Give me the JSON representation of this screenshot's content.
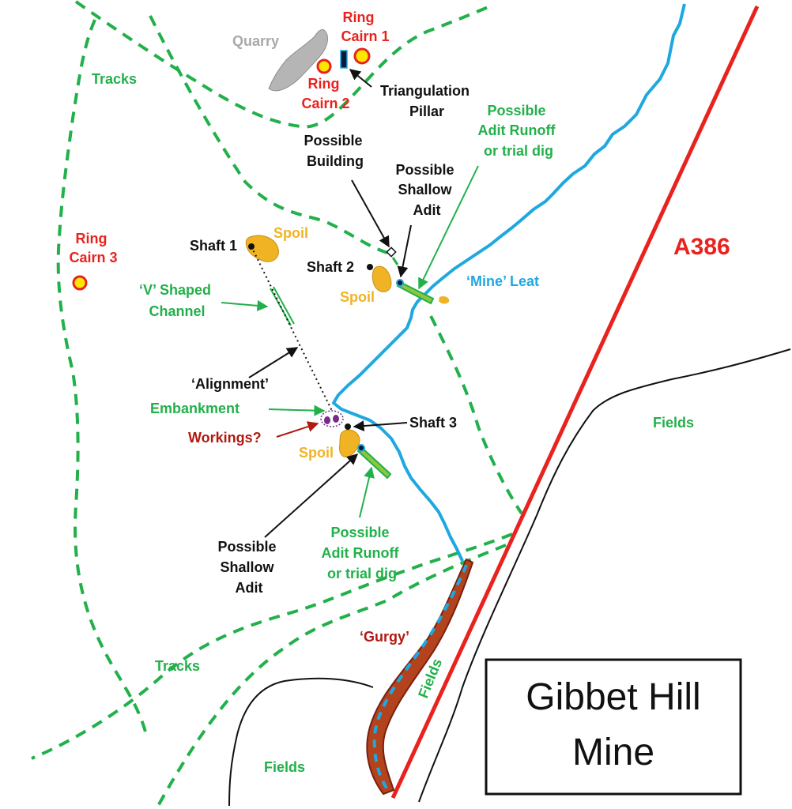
{
  "title": {
    "line1": "Gibbet Hill",
    "line2": "Mine"
  },
  "road": {
    "name": "A386",
    "color": "#e8231f"
  },
  "colors": {
    "tracks": "#22b04b",
    "stream": "#1fa8e0",
    "spoil": "#f0b323",
    "ring_cairn_fill": "#ffe600",
    "ring_cairn_stroke": "#e8231f",
    "gurgy": "#b3431d",
    "quarry": "#b5b5b5"
  },
  "labels": {
    "quarry": "Quarry",
    "ring_cairn_1": [
      "Ring",
      "Cairn 1"
    ],
    "ring_cairn_2": [
      "Ring",
      "Cairn 2"
    ],
    "ring_cairn_3": [
      "Ring",
      "Cairn 3"
    ],
    "triangulation_pillar": [
      "Triangulation",
      "Pillar"
    ],
    "tracks_top": "Tracks",
    "tracks_bottom": "Tracks",
    "possible_adit_runoff_top": [
      "Possible",
      "Adit Runoff",
      "or trial dig"
    ],
    "possible_building": [
      "Possible",
      "Building"
    ],
    "possible_shallow_adit_top": [
      "Possible",
      "Shallow",
      "Adit"
    ],
    "spoil_1": "Spoil",
    "spoil_2": "Spoil",
    "spoil_3": "Spoil",
    "shaft_1": "Shaft 1",
    "shaft_2": "Shaft 2",
    "shaft_3": "Shaft 3",
    "mine_leat": "‘Mine’ Leat",
    "v_channel": [
      "‘V’ Shaped",
      "Channel"
    ],
    "alignment": "‘Alignment’",
    "embankment": "Embankment",
    "workings": "Workings?",
    "possible_shallow_adit_bottom": [
      "Possible",
      "Shallow",
      "Adit"
    ],
    "possible_adit_runoff_bottom": [
      "Possible",
      "Adit Runoff",
      "or trial dig"
    ],
    "gurgy": "‘Gurgy’",
    "fields_right": "Fields",
    "fields_diagonal": "Fields",
    "fields_bottom": "Fields"
  }
}
